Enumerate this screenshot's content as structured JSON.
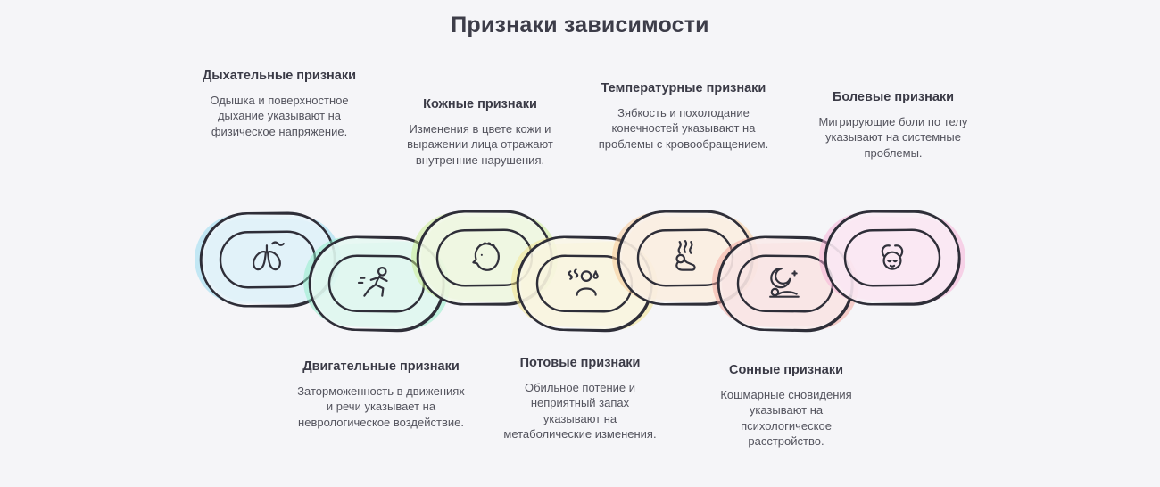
{
  "title": "Признаки зависимости",
  "theme": {
    "background": "#f5f5f8",
    "outline": "#2e2e38",
    "heading_color": "#3a3a46",
    "text_color": "#53535d"
  },
  "items": [
    {
      "id": "respiratory",
      "position": "top",
      "heading": "Дыхательные признаки",
      "description": "Одышка и поверхностное дыхание указывают на физическое напряжение.",
      "color": "#8fd9ef",
      "icon": "lungs-breath-icon"
    },
    {
      "id": "motor",
      "position": "bottom",
      "heading": "Двигательные признаки",
      "description": "Заторможенность в движениях и речи указывает на неврологическое воздействие.",
      "color": "#8eeec8",
      "icon": "running-person-icon"
    },
    {
      "id": "skin",
      "position": "top",
      "heading": "Кожные признаки",
      "description": "Изменения в цвете кожи и выражении лица отражают внутренние нарушения.",
      "color": "#c9ee8b",
      "icon": "face-profile-icon"
    },
    {
      "id": "sweat",
      "position": "bottom",
      "heading": "Потовые признаки",
      "description": "Обильное потение и неприятный запах указывают на метаболические изменения.",
      "color": "#f3e488",
      "icon": "sweating-person-icon"
    },
    {
      "id": "temperature",
      "position": "top",
      "heading": "Температурные признаки",
      "description": "Зябкость и похолодание конечностей указывают на проблемы с кровообращением.",
      "color": "#f7c892",
      "icon": "chills-person-icon"
    },
    {
      "id": "sleep",
      "position": "bottom",
      "heading": "Сонные признаки",
      "description": "Кошмарные сновидения указывают на психологическое расстройство.",
      "color": "#f3a59c",
      "icon": "nightmare-moon-icon"
    },
    {
      "id": "pain",
      "position": "top",
      "heading": "Болевые признаки",
      "description": "Мигрирующие боли по телу указывают на системные проблемы.",
      "color": "#f7aed6",
      "icon": "headache-person-icon"
    }
  ]
}
